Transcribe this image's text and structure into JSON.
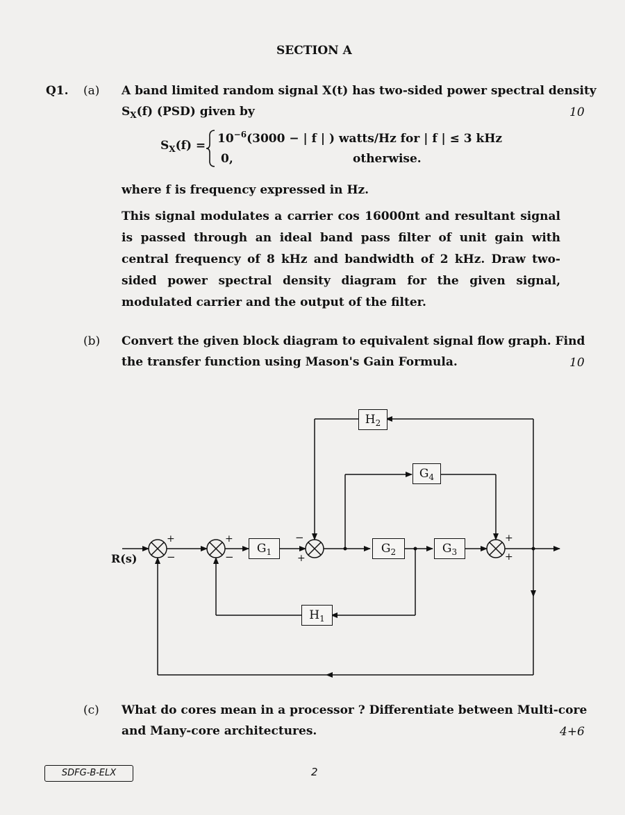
{
  "section_title": "SECTION A",
  "q1": {
    "label": "Q1.",
    "a": {
      "label": "(a)",
      "line1": "A band limited random signal X(t) has two-sided power spectral density",
      "psd_sym": "S",
      "psd_sub": "X",
      "line2_rest": "(f) (PSD) given by",
      "marks": "10",
      "eq_lhs_rest": "(f) =",
      "eq_coef": "10",
      "eq_exp": "−6",
      "eq_case1": "(3000 − | f | ) watts/Hz  for | f | ≤ 3 kHz",
      "eq_case2_val": "0,",
      "eq_case2_cond": "otherwise.",
      "where": "where f is frequency expressed in Hz.",
      "body": "This signal modulates a carrier  cos 16000πt  and resultant signal is passed through an ideal band pass filter of unit gain with central frequency of 8 kHz and bandwidth of 2 kHz. Draw two-sided power spectral density diagram for the given signal, modulated carrier and the output of the filter."
    },
    "b": {
      "label": "(b)",
      "line1": "Convert the given block diagram to equivalent signal flow graph. Find",
      "line2": "the transfer function using Mason's Gain Formula.",
      "marks": "10"
    },
    "c": {
      "label": "(c)",
      "line1": "What do cores mean in a processor ? Differentiate between Multi-core",
      "line2": "and Many-core architectures.",
      "marks": "4+6"
    }
  },
  "diagram": {
    "input_label": "R(s)",
    "blocks": {
      "g1": {
        "sym": "G",
        "sub": "1"
      },
      "g2": {
        "sym": "G",
        "sub": "2"
      },
      "g3": {
        "sym": "G",
        "sub": "3"
      },
      "g4": {
        "sym": "G",
        "sub": "4"
      },
      "h1": {
        "sym": "H",
        "sub": "1"
      },
      "h2": {
        "sym": "H",
        "sub": "2"
      }
    },
    "signs": {
      "plus": "+",
      "minus": "−"
    }
  },
  "footer": {
    "paper_code": "SDFG-B-ELX",
    "page_number": "2"
  }
}
